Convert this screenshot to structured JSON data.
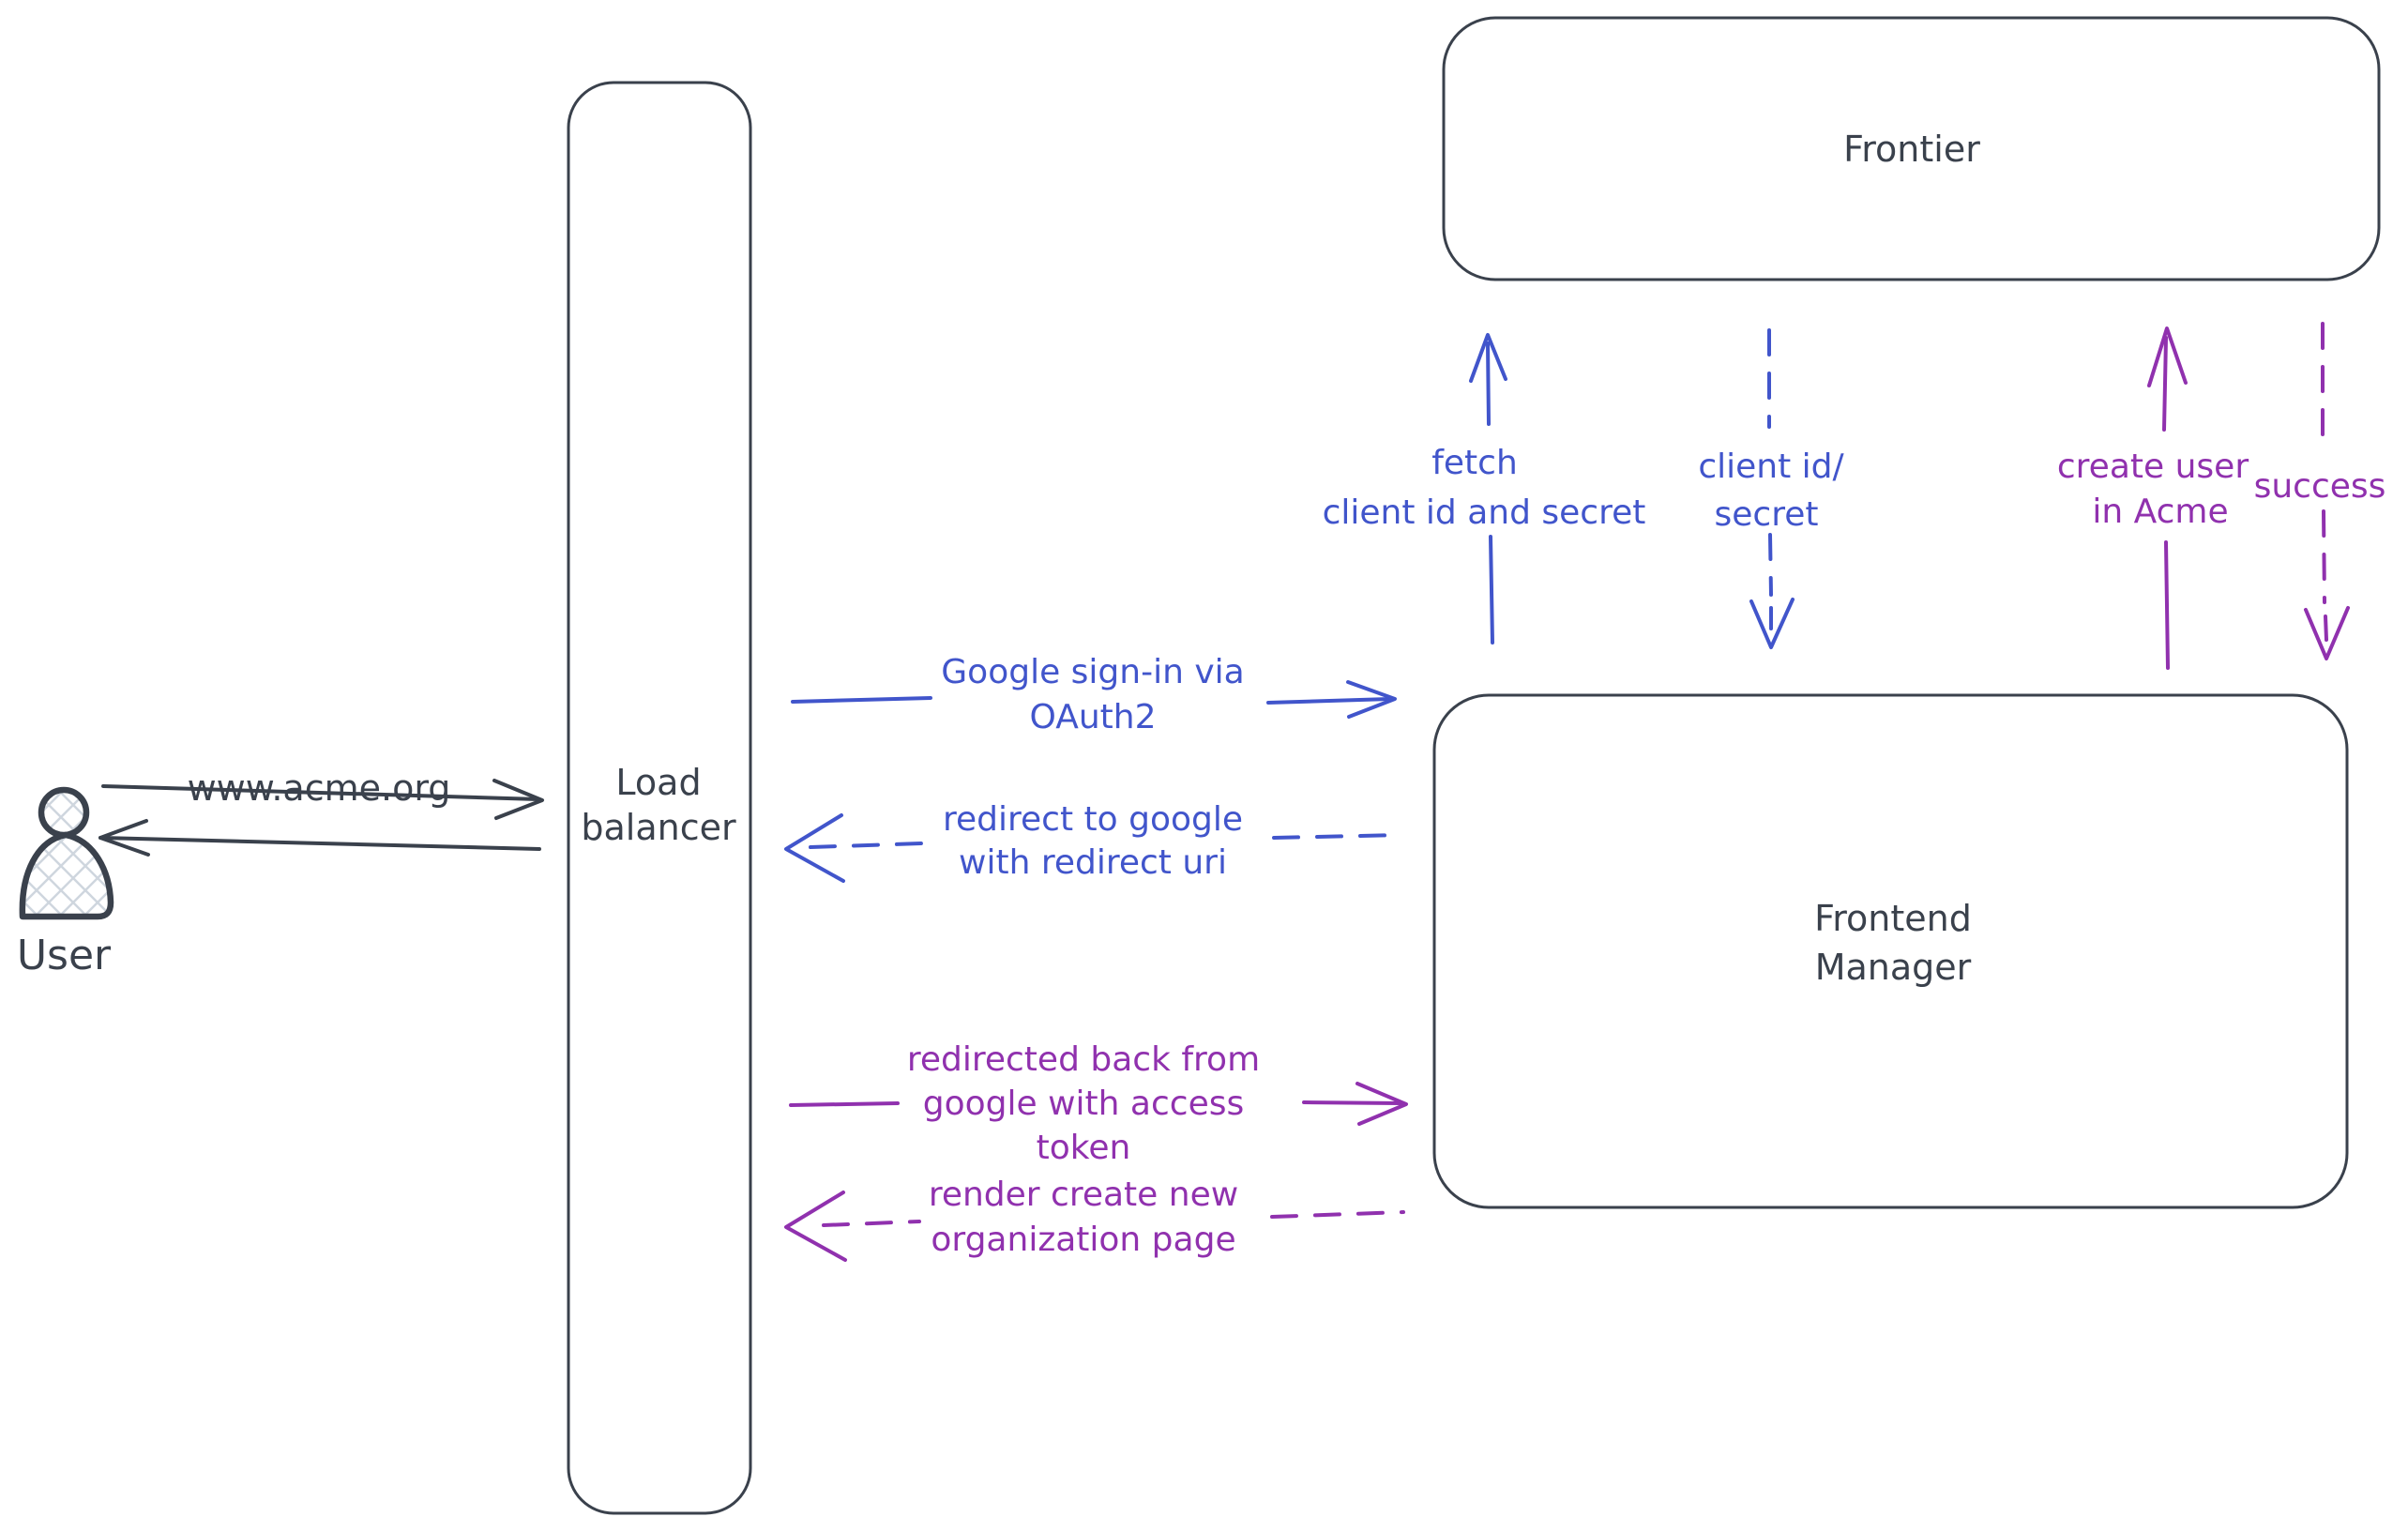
{
  "colors": {
    "dark": "#3a414c",
    "blue": "#4155cb",
    "purple": "#9031ae",
    "hatch": "#cfd6de"
  },
  "nodes": {
    "user": {
      "label": "User",
      "type": "actor"
    },
    "load_balancer": {
      "line1": "Load",
      "line2": "balancer"
    },
    "frontier": {
      "label": "Frontier"
    },
    "frontend_manager": {
      "line1": "Frontend",
      "line2": "Manager"
    }
  },
  "edges": {
    "acme_request": {
      "from": "user",
      "to": "load_balancer",
      "style": "solid",
      "color": "dark",
      "label": "www.acme.org"
    },
    "acme_response": {
      "from": "load_balancer",
      "to": "user",
      "style": "solid",
      "color": "dark"
    },
    "google_signin": {
      "from": "load_balancer",
      "to": "frontend_manager",
      "style": "solid",
      "color": "blue",
      "line1": "Google sign-in via",
      "line2": "OAuth2"
    },
    "redirect_google": {
      "from": "frontend_manager",
      "to": "load_balancer",
      "style": "dashed",
      "color": "blue",
      "line1": "redirect to google",
      "line2": "with redirect uri"
    },
    "fetch_client": {
      "from": "frontend_manager",
      "to": "frontier",
      "style": "solid",
      "color": "blue",
      "line1": "fetch",
      "line2": "client id and secret"
    },
    "client_id_secret": {
      "from": "frontier",
      "to": "frontend_manager",
      "style": "dashed",
      "color": "blue",
      "line1": "client id/",
      "line2": "secret"
    },
    "create_user": {
      "from": "frontend_manager",
      "to": "frontier",
      "style": "solid",
      "color": "purple",
      "line1": "create user",
      "line2": "in Acme"
    },
    "success": {
      "from": "frontier",
      "to": "frontend_manager",
      "style": "dashed",
      "color": "purple",
      "label": "success"
    },
    "redirected_back": {
      "from": "load_balancer",
      "to": "frontend_manager",
      "style": "solid",
      "color": "purple",
      "line1": "redirected back from",
      "line2": "google with access",
      "line3": "token"
    },
    "render_page": {
      "from": "frontend_manager",
      "to": "load_balancer",
      "style": "dashed",
      "color": "purple",
      "line1": "render create new",
      "line2": "organization page"
    }
  }
}
